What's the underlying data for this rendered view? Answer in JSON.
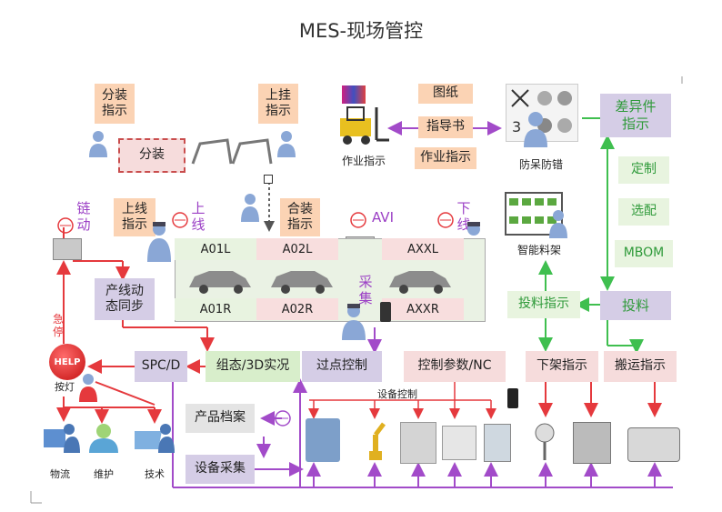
{
  "title": "MES-现场管控",
  "top": {
    "split_guide": "分装\n指示",
    "split_box": "分装",
    "hang_guide": "上挂\n指示",
    "drawing": "图纸",
    "guide_book": "指导书",
    "work_guide": "作业指示",
    "forklift_caption": "作业指示",
    "mistake_proof": "防呆防错",
    "diff_guide": "差异件\n指示"
  },
  "right_column": {
    "custom": "定制",
    "option": "选配",
    "mbom": "MBOM",
    "feeding": "投料",
    "feeding_guide": "投料指示",
    "shelf": "智能料架",
    "unload_guide": "下架指示",
    "transport_guide": "搬运指示"
  },
  "line": {
    "chain": "链\n动",
    "online_guide": "上线\n指示",
    "online": "上\n线",
    "assembly_guide": "合装\n指示",
    "avi": "AVI",
    "offline": "下\n线",
    "top_cells": [
      "A01L",
      "A02L",
      "AXXL"
    ],
    "bottom_cells": [
      "A01R",
      "A02R",
      "AXXR"
    ],
    "collect": "采\n集"
  },
  "left": {
    "sync": "产线动\n态同步",
    "emergency": "急\n停",
    "help": "HELP",
    "andon": "按灯",
    "logistics": "物流",
    "maintenance": "维护",
    "technical": "技术"
  },
  "middle": {
    "spcd": "SPC/D",
    "group3d": "组态/3D实况",
    "checkpoint": "过点控制",
    "params": "控制参数/NC",
    "archive": "产品档案",
    "device_collect": "设备采集",
    "device_control": "设备控制"
  },
  "colors": {
    "peach": "#fbd3b4",
    "lavender": "#d5cde6",
    "green_arrow": "#3fbf4f",
    "purple_line": "#a24bc9",
    "red_line": "#e5393d",
    "dark_line": "#555555"
  }
}
